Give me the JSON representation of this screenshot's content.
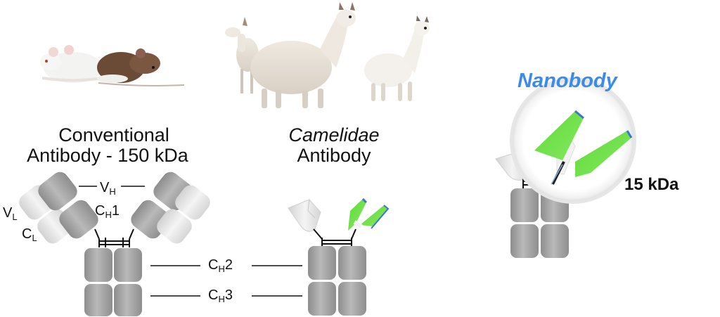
{
  "panels": {
    "conventional": {
      "title_line1": "Conventional",
      "title_line2": "Antibody - 150 kDa"
    },
    "camelidae": {
      "title_line1": "Camelidae",
      "title_line2": "Antibody"
    },
    "nanobody": {
      "title": "Nanobody",
      "size": "15 kDa"
    }
  },
  "domain_labels": {
    "vh": {
      "base": "V",
      "sub": "H"
    },
    "vl": {
      "base": "V",
      "sub": "L"
    },
    "cl": {
      "base": "C",
      "sub": "L"
    },
    "ch1": {
      "base": "C",
      "sub": "H",
      "suffix": "1"
    },
    "ch2": {
      "base": "C",
      "sub": "H",
      "suffix": "2"
    },
    "ch3": {
      "base": "C",
      "sub": "H",
      "suffix": "3"
    }
  },
  "colors": {
    "heavy_chain": "#a9a9a9",
    "light_chain": "#e6e6e6",
    "variable_green": "#66dd44",
    "edge_blue": "#3a76d0",
    "nanobody_title": "#3b8bea"
  }
}
